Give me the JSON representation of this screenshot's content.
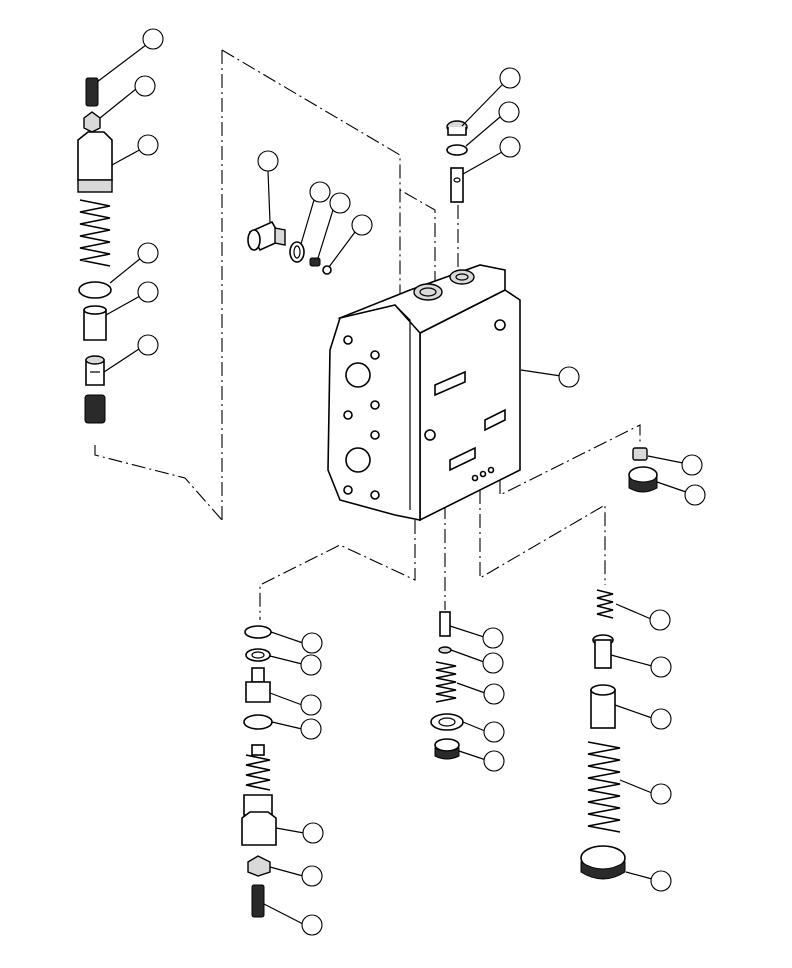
{
  "diagram": {
    "type": "exploded-parts-view",
    "callouts": [
      {
        "id": "c1",
        "label": ""
      },
      {
        "id": "c2",
        "label": ""
      },
      {
        "id": "c3",
        "label": ""
      },
      {
        "id": "c4",
        "label": ""
      },
      {
        "id": "c5",
        "label": ""
      },
      {
        "id": "c6",
        "label": ""
      },
      {
        "id": "c7",
        "label": ""
      },
      {
        "id": "c8",
        "label": ""
      },
      {
        "id": "c9",
        "label": ""
      },
      {
        "id": "c10",
        "label": ""
      },
      {
        "id": "c11",
        "label": ""
      },
      {
        "id": "c12",
        "label": ""
      },
      {
        "id": "c13",
        "label": ""
      },
      {
        "id": "c14",
        "label": ""
      },
      {
        "id": "c15",
        "label": ""
      },
      {
        "id": "c16",
        "label": ""
      },
      {
        "id": "c17",
        "label": ""
      },
      {
        "id": "c18",
        "label": ""
      },
      {
        "id": "c19",
        "label": ""
      },
      {
        "id": "c20",
        "label": ""
      },
      {
        "id": "c21",
        "label": ""
      },
      {
        "id": "c22",
        "label": ""
      },
      {
        "id": "c23",
        "label": ""
      },
      {
        "id": "c24",
        "label": ""
      },
      {
        "id": "c25",
        "label": ""
      },
      {
        "id": "c26",
        "label": ""
      },
      {
        "id": "c27",
        "label": ""
      },
      {
        "id": "c28",
        "label": ""
      },
      {
        "id": "c29",
        "label": ""
      },
      {
        "id": "c30",
        "label": ""
      },
      {
        "id": "c31",
        "label": ""
      },
      {
        "id": "c32",
        "label": ""
      },
      {
        "id": "c33",
        "label": ""
      },
      {
        "id": "c34",
        "label": ""
      },
      {
        "id": "c35",
        "label": ""
      },
      {
        "id": "c36",
        "label": ""
      }
    ]
  }
}
